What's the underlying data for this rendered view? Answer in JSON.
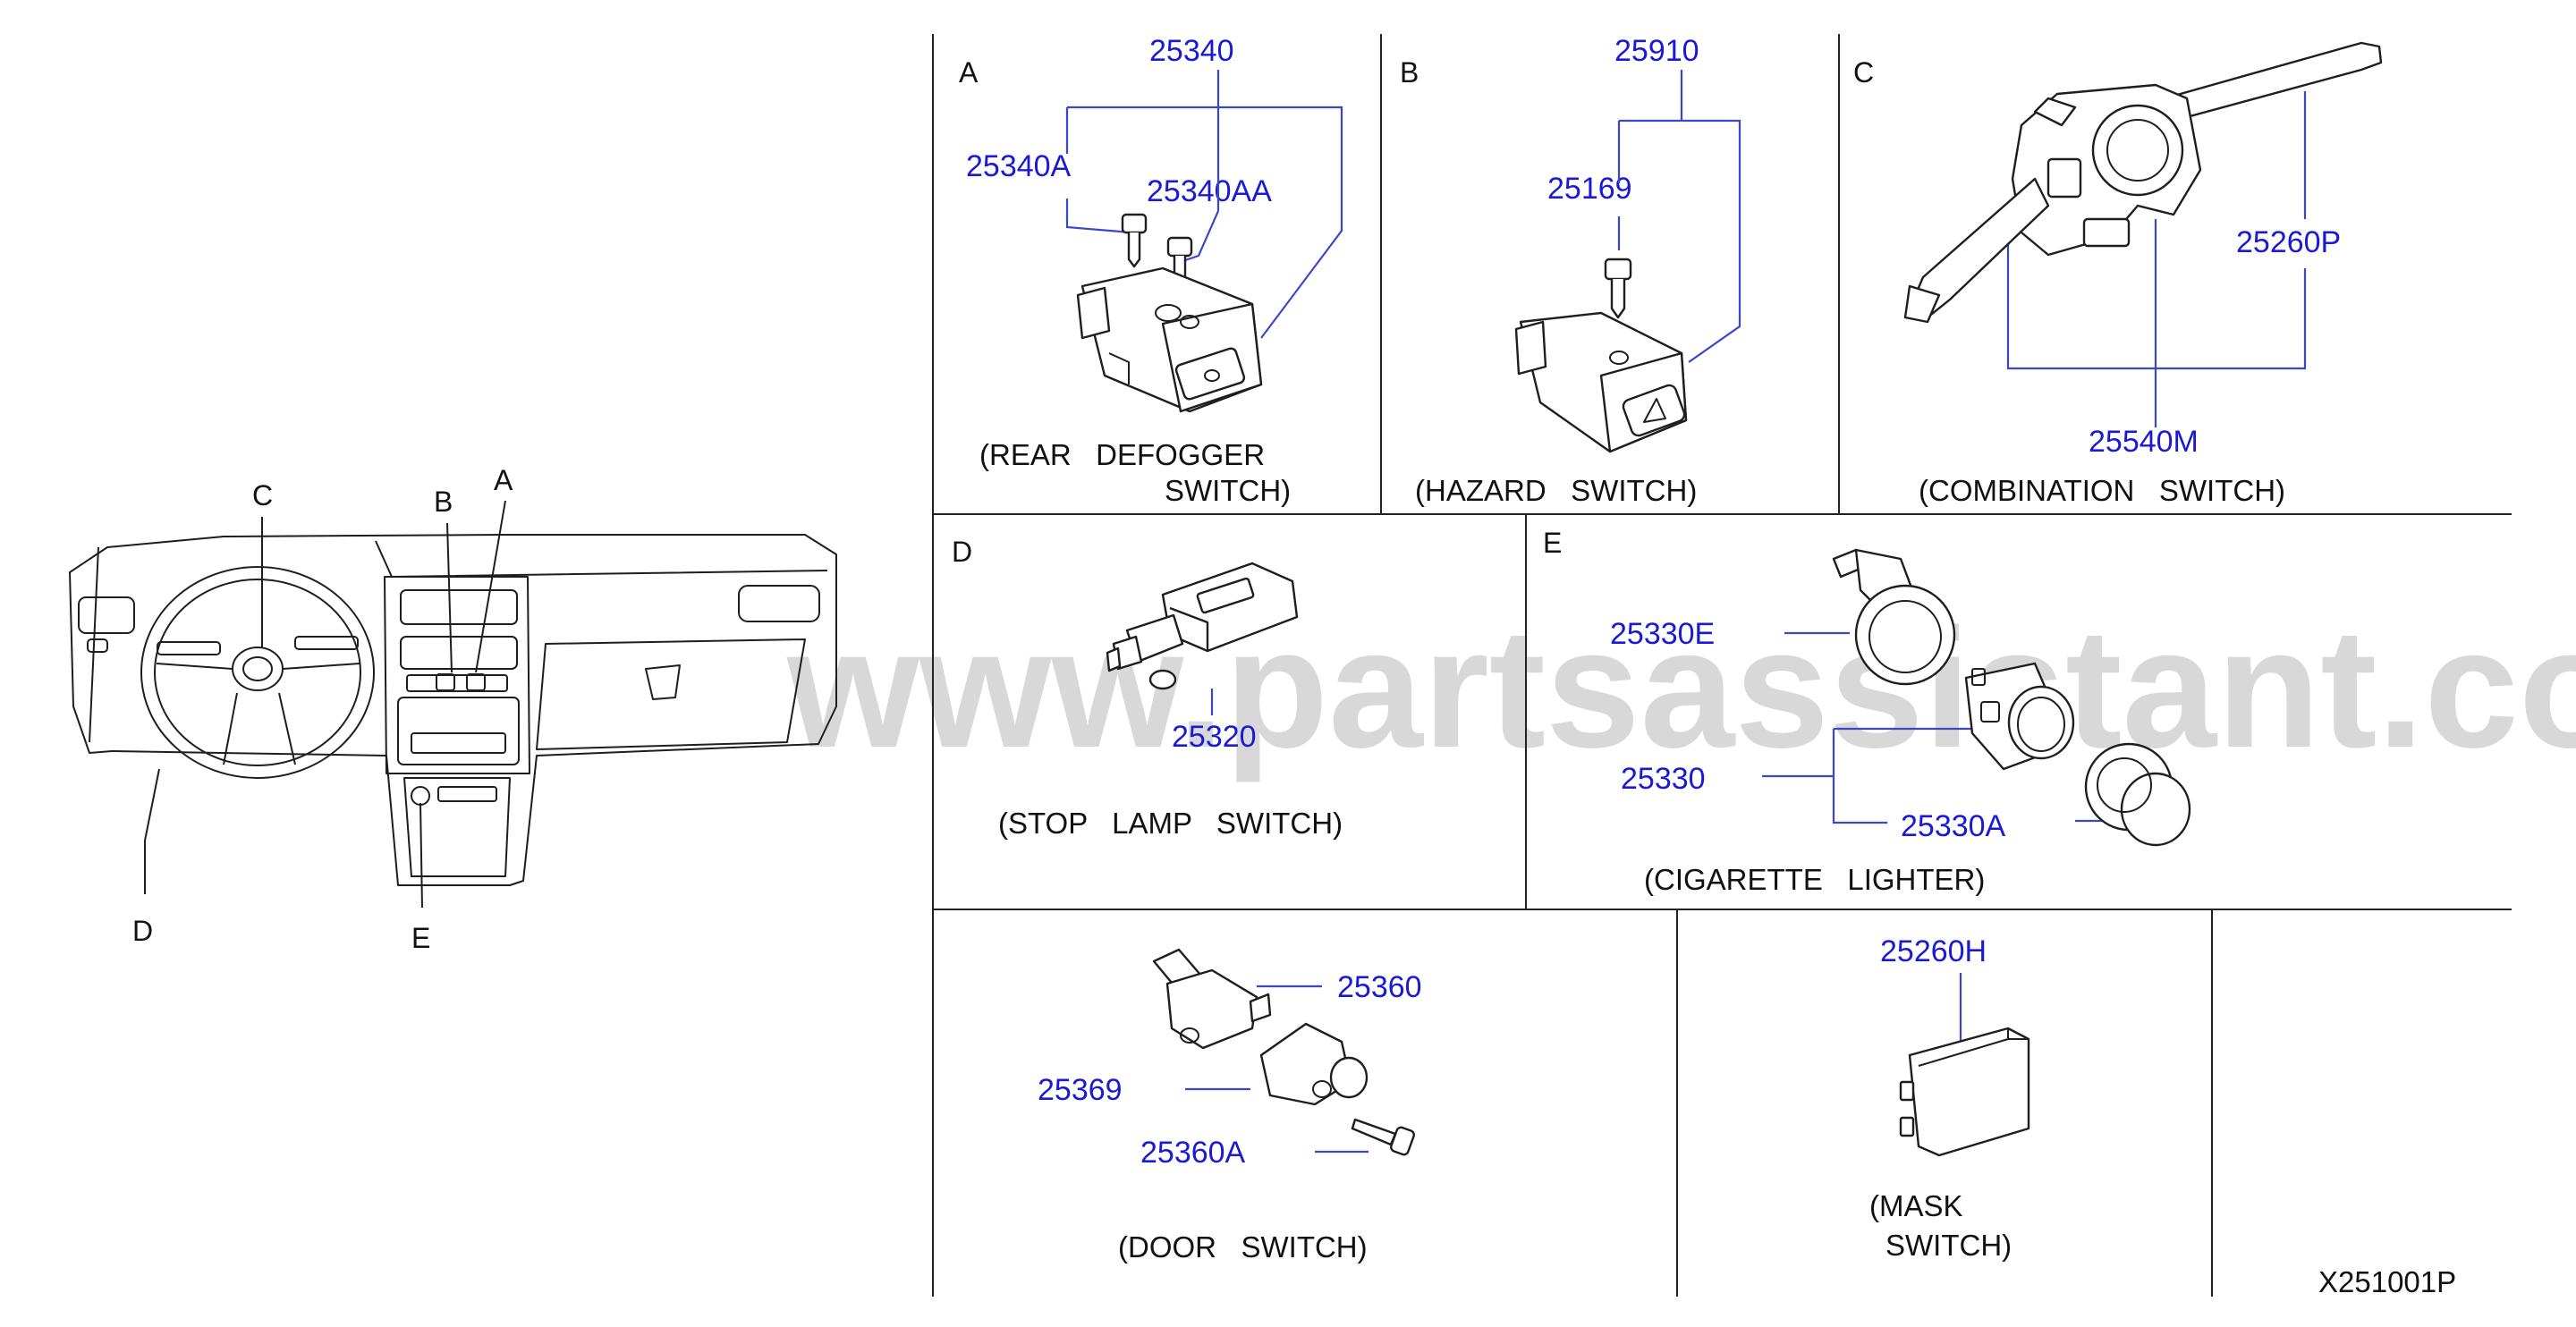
{
  "watermark": "www.partsassistant.com",
  "drawing_number": "X251001P",
  "overview": {
    "labels": {
      "A": "A",
      "B": "B",
      "C": "C",
      "D": "D",
      "E": "E"
    }
  },
  "panels": {
    "A": {
      "letter": "A",
      "caption_line1": "(REAR   DEFOGGER",
      "caption_line2": "SWITCH)",
      "parts": {
        "main": "25340",
        "screw_a": "25340A",
        "screw_aa": "25340AA"
      }
    },
    "B": {
      "letter": "B",
      "caption": "(HAZARD   SWITCH)",
      "parts": {
        "main": "25910",
        "screw": "25169"
      }
    },
    "C": {
      "letter": "C",
      "caption": "(COMBINATION   SWITCH)",
      "parts": {
        "lever": "25260P",
        "body": "25540M"
      }
    },
    "D": {
      "letter": "D",
      "caption": "(STOP   LAMP   SWITCH)",
      "parts": {
        "main": "25320"
      }
    },
    "E": {
      "letter": "E",
      "caption": "(CIGARETTE   LIGHTER)",
      "parts": {
        "ring": "25330E",
        "main": "25330",
        "knob": "25330A"
      }
    },
    "door": {
      "caption": "(DOOR   SWITCH)",
      "parts": {
        "switch": "25360",
        "cap": "25369",
        "screw": "25360A"
      }
    },
    "mask": {
      "caption_line1": "(MASK",
      "caption_line2": "SWITCH)",
      "parts": {
        "main": "25260H"
      }
    }
  }
}
